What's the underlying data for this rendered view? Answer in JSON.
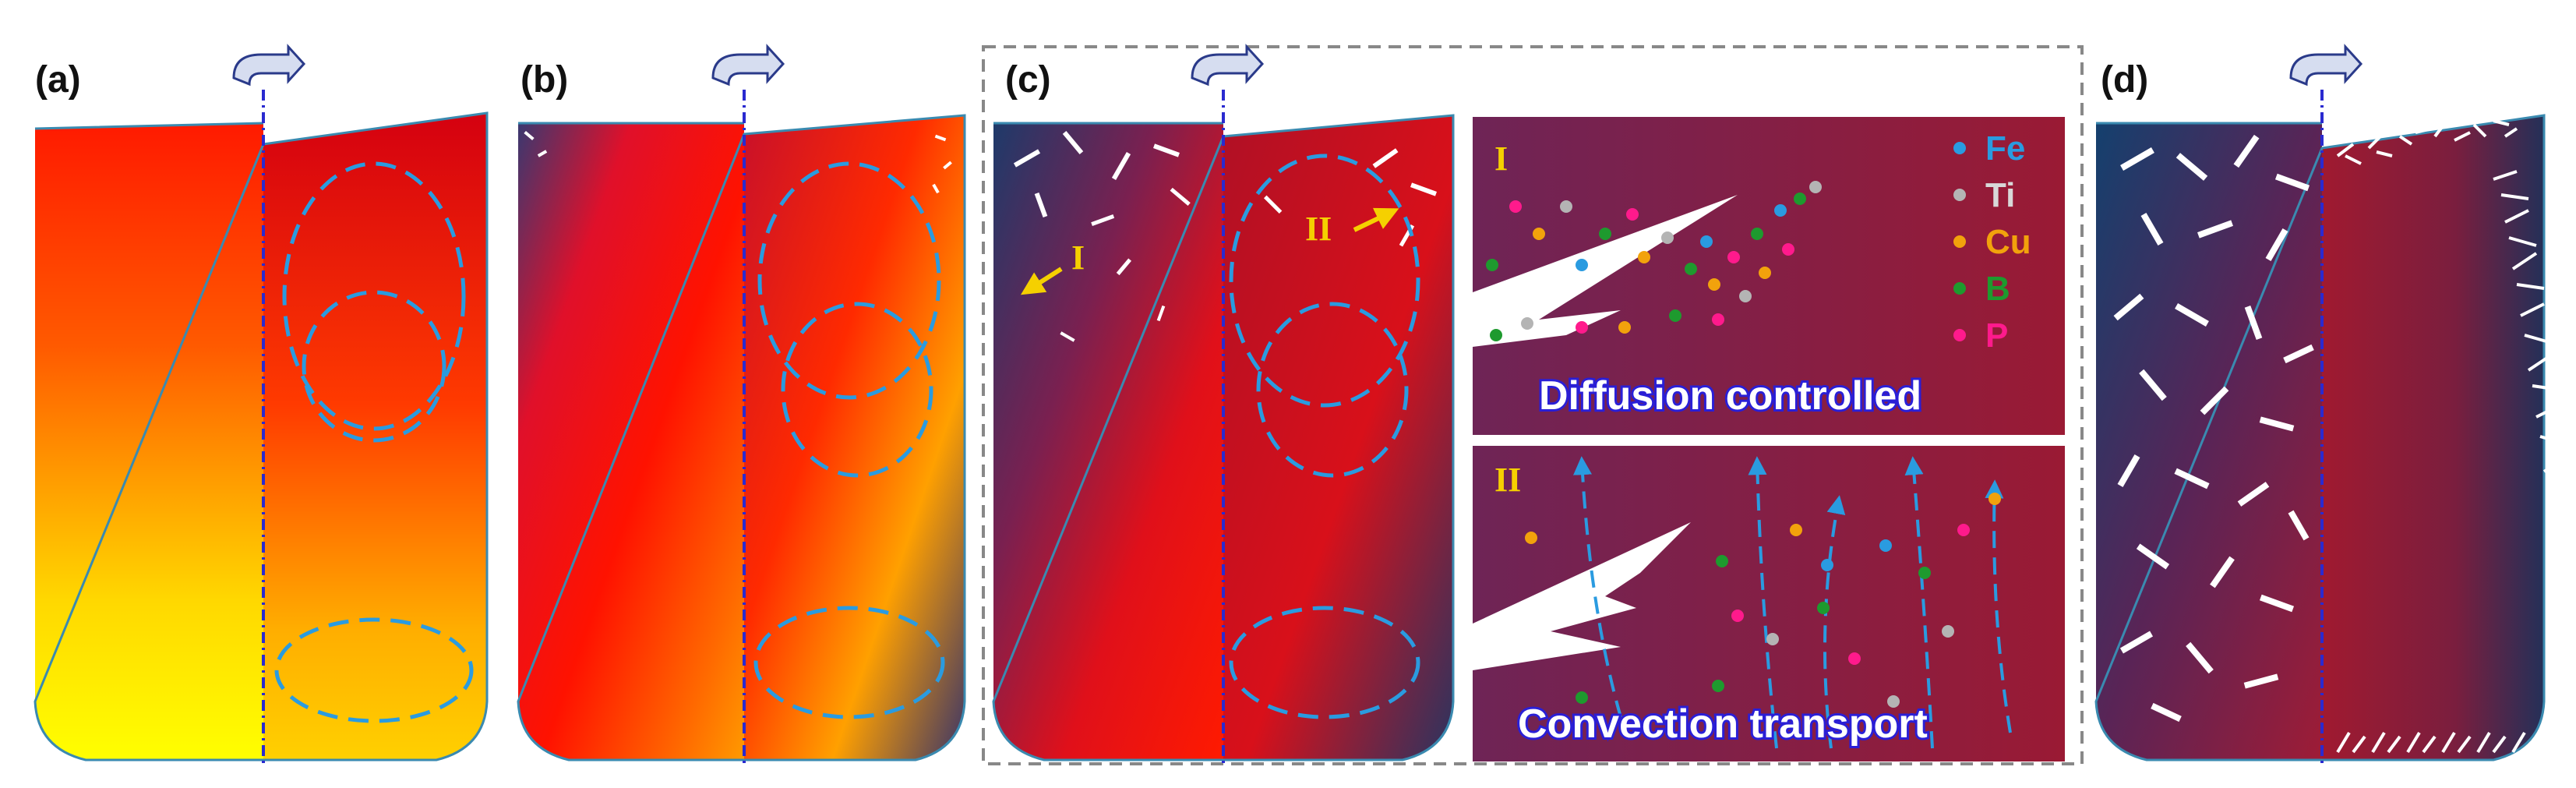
{
  "panels": [
    {
      "label": "(a)"
    },
    {
      "label": "(b)"
    },
    {
      "label": "(c)"
    },
    {
      "label": "(d)"
    }
  ],
  "markers": {
    "region_one": "I",
    "region_two": "II"
  },
  "inset_top": {
    "roman": "I",
    "caption": "Diffusion controlled"
  },
  "inset_bottom": {
    "roman": "II",
    "caption": "Convection transport"
  },
  "legend": [
    {
      "symbol": "Fe",
      "color": "#2a9be0"
    },
    {
      "symbol": "Ti",
      "color": "#b4b4b4"
    },
    {
      "symbol": "Cu",
      "color": "#f2a20c"
    },
    {
      "symbol": "B",
      "color": "#1e9a2e"
    },
    {
      "symbol": "P",
      "color": "#ff1a8c"
    }
  ],
  "colors": {
    "arrow": "#2a9be0",
    "axis_line": "#2a2ad0",
    "marker_arrow": "#f5d000",
    "inset_bg": "#8e1c3c",
    "dashed_frame": "#888888"
  }
}
